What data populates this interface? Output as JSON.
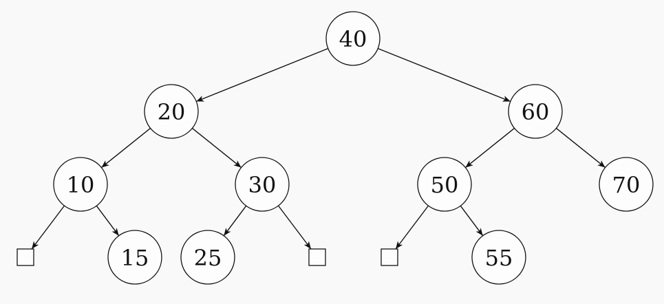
{
  "diagram": {
    "type": "binary-search-tree",
    "nodes": [
      {
        "id": "n40",
        "kind": "node",
        "label": "40"
      },
      {
        "id": "n20",
        "kind": "node",
        "label": "20"
      },
      {
        "id": "n60",
        "kind": "node",
        "label": "60"
      },
      {
        "id": "n10",
        "kind": "node",
        "label": "10"
      },
      {
        "id": "n30",
        "kind": "node",
        "label": "30"
      },
      {
        "id": "n50",
        "kind": "node",
        "label": "50"
      },
      {
        "id": "n70",
        "kind": "node",
        "label": "70"
      },
      {
        "id": "null1",
        "kind": "null",
        "label": ""
      },
      {
        "id": "n15",
        "kind": "node",
        "label": "15"
      },
      {
        "id": "n25",
        "kind": "node",
        "label": "25"
      },
      {
        "id": "null2",
        "kind": "null",
        "label": ""
      },
      {
        "id": "null3",
        "kind": "null",
        "label": ""
      },
      {
        "id": "n55",
        "kind": "node",
        "label": "55"
      }
    ],
    "edges": [
      {
        "from": "n40",
        "to": "n20"
      },
      {
        "from": "n40",
        "to": "n60"
      },
      {
        "from": "n20",
        "to": "n10"
      },
      {
        "from": "n20",
        "to": "n30"
      },
      {
        "from": "n60",
        "to": "n50"
      },
      {
        "from": "n60",
        "to": "n70"
      },
      {
        "from": "n10",
        "to": "null1"
      },
      {
        "from": "n10",
        "to": "n15"
      },
      {
        "from": "n30",
        "to": "n25"
      },
      {
        "from": "n30",
        "to": "null2"
      },
      {
        "from": "n50",
        "to": "null3"
      },
      {
        "from": "n50",
        "to": "n55"
      }
    ]
  }
}
